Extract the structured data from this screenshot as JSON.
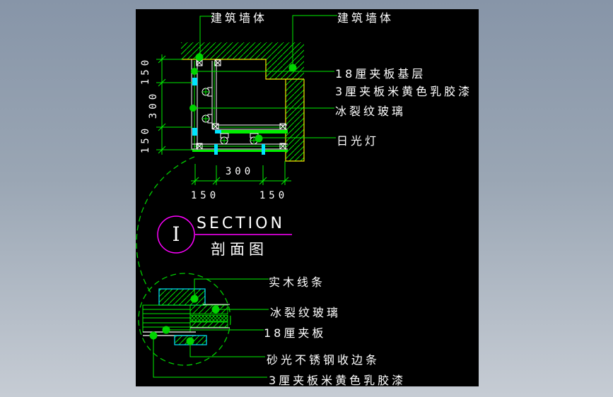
{
  "window": {
    "background_top": "#8795a8",
    "background_bottom": "#c6ccd4",
    "canvas_background": "#000000"
  },
  "colors": {
    "line_green": "#00ee00",
    "wall_yellow": "#ffff00",
    "accent_cyan": "#00ffff",
    "callout_magenta": "#ff00ff",
    "text_white": "#ffffff"
  },
  "annotations": {
    "wall_left": "建筑墙体",
    "wall_right": "建筑墙体",
    "plywood_base": "18厘夹板基层",
    "latex_paint": "3厘夹板米黄色乳胶漆",
    "crackle_glass": "冰裂纹玻璃",
    "fluorescent_lamp": "日光灯"
  },
  "dimensions": {
    "left_top": "150",
    "left_middle": "300",
    "left_bottom": "150",
    "bottom_middle": "300",
    "bottom_left": "150",
    "bottom_right": "150"
  },
  "callout": {
    "mark": "I",
    "title": "SECTION",
    "subtitle": "剖面图"
  },
  "detail_annotations": {
    "wood_trim": "实木线条",
    "crackle_glass": "冰裂纹玻璃",
    "plywood": "18厘夹板",
    "steel_edge": "砂光不锈钢收边条",
    "latex_paint": "3厘夹板米黄色乳胶漆"
  }
}
